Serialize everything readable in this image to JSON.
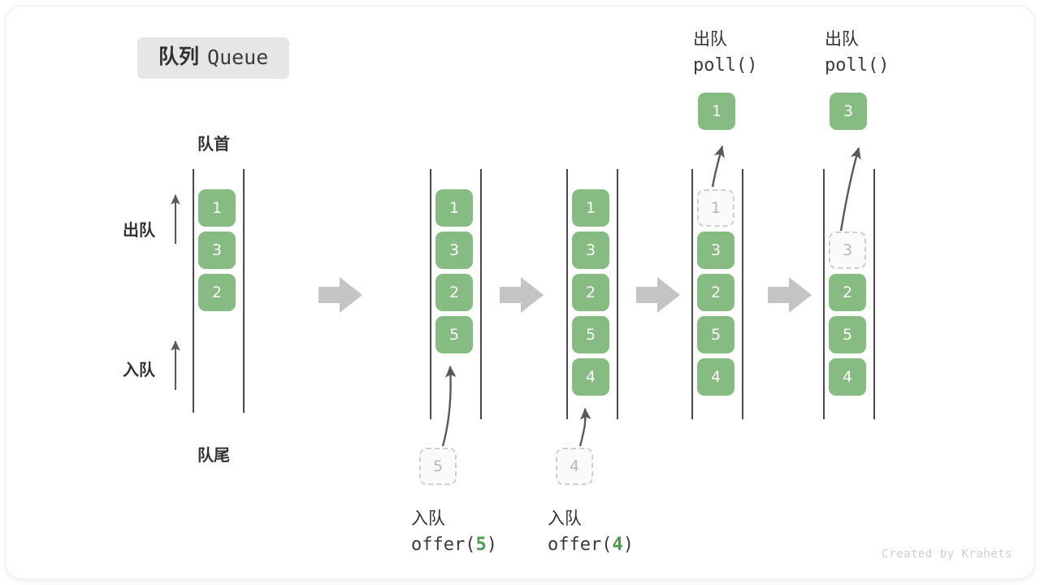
{
  "title": {
    "cn": "队列",
    "en": "Queue"
  },
  "labels": {
    "front": "队首",
    "rear": "队尾",
    "dequeue": "出队",
    "enqueue": "入队"
  },
  "credit": "Created by Krahets",
  "colors": {
    "cell_fill": "#86bb82",
    "cell_text": "#ffffff",
    "ghost_fill": "#fafafa",
    "ghost_border": "#cfcfcf",
    "ghost_text": "#b8b8b8",
    "rail": "#4a4a4a",
    "block_arrow": "#c4c4c4",
    "thin_arrow": "#5a5a5a",
    "badge_bg": "#e6e6e6",
    "highlight": "#4e9a4e"
  },
  "chart_data": {
    "type": "diagram",
    "title": "队列 Queue",
    "states": [
      {
        "id": "initial",
        "cells": [
          "1",
          "3",
          "2"
        ],
        "ghost_index": -1
      },
      {
        "id": "after-offer-5",
        "cells": [
          "1",
          "3",
          "2",
          "5"
        ],
        "ghost_index": -1
      },
      {
        "id": "after-offer-4",
        "cells": [
          "1",
          "3",
          "2",
          "5",
          "4"
        ],
        "ghost_index": -1
      },
      {
        "id": "after-poll-1",
        "cells": [
          "1",
          "3",
          "2",
          "5",
          "4"
        ],
        "ghost_index": 0
      },
      {
        "id": "after-poll-3",
        "cells": [
          "3",
          "2",
          "5",
          "4"
        ],
        "ghost_index": 0
      }
    ],
    "operations": [
      "offer(5)",
      "offer(4)",
      "poll()",
      "poll()"
    ]
  },
  "columns": [
    {
      "name": "initial-queue",
      "cells": [
        "1",
        "3",
        "2"
      ],
      "ghost_index": -1,
      "op_cn": "",
      "op_code": "",
      "op_arg": "",
      "input_box": null,
      "output_box": null
    },
    {
      "name": "queue-after-offer-5",
      "cells": [
        "1",
        "3",
        "2",
        "5"
      ],
      "ghost_index": -1,
      "op_cn": "入队",
      "op_code_pre": "offer(",
      "op_arg": "5",
      "op_code_post": ")",
      "input_box": "5",
      "output_box": null
    },
    {
      "name": "queue-after-offer-4",
      "cells": [
        "1",
        "3",
        "2",
        "5",
        "4"
      ],
      "ghost_index": -1,
      "op_cn": "入队",
      "op_code_pre": "offer(",
      "op_arg": "4",
      "op_code_post": ")",
      "input_box": "4",
      "output_box": null
    },
    {
      "name": "queue-after-poll-1",
      "cells": [
        "1",
        "3",
        "2",
        "5",
        "4"
      ],
      "ghost_index": 0,
      "op_cn": "出队",
      "op_code_pre": "poll(",
      "op_arg": "",
      "op_code_post": ")",
      "input_box": null,
      "output_box": "1"
    },
    {
      "name": "queue-after-poll-3",
      "cells": [
        "3",
        "2",
        "5",
        "4"
      ],
      "ghost_index": 0,
      "op_cn": "出队",
      "op_code_pre": "poll(",
      "op_arg": "",
      "op_code_post": ")",
      "input_box": null,
      "output_box": "3"
    }
  ],
  "cell_values": {
    "c0_0": "1",
    "c0_1": "3",
    "c0_2": "2",
    "c1_0": "1",
    "c1_1": "3",
    "c1_2": "2",
    "c1_3": "5",
    "c2_0": "1",
    "c2_1": "3",
    "c2_2": "2",
    "c2_3": "5",
    "c2_4": "4",
    "c3_0": "1",
    "c3_1": "3",
    "c3_2": "2",
    "c3_3": "5",
    "c3_4": "4",
    "c4_0": "3",
    "c4_1": "2",
    "c4_2": "5",
    "c4_3": "4",
    "in1": "5",
    "in2": "4",
    "out1": "1",
    "out2": "3"
  },
  "op_text": {
    "offer5_cn": "入队",
    "offer5_pre": "offer(",
    "offer5_arg": "5",
    "offer5_post": ")",
    "offer4_cn": "入队",
    "offer4_pre": "offer(",
    "offer4_arg": "4",
    "offer4_post": ")",
    "poll1_cn": "出队",
    "poll1_code": "poll()",
    "poll2_cn": "出队",
    "poll2_code": "poll()"
  }
}
